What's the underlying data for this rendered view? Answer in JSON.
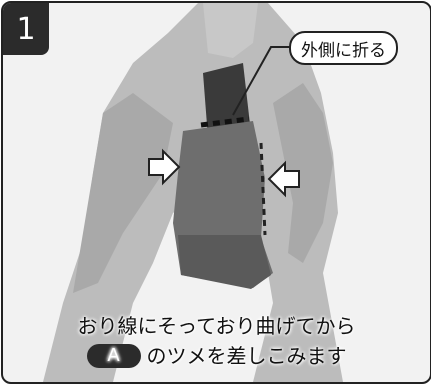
{
  "step": {
    "number": "1"
  },
  "callout": {
    "text": "外側に折る"
  },
  "caption": {
    "line1": "おり線にそっており曲げてから",
    "badge": "A",
    "line2": "のツメを差しこみます"
  }
}
